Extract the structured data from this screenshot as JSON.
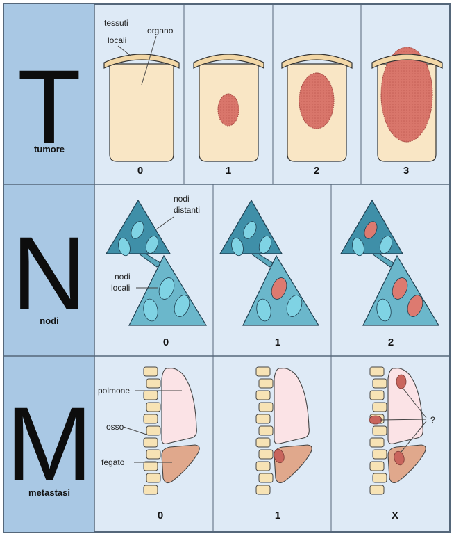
{
  "colors": {
    "label_column": "#a9c8e4",
    "panel": "#deeaf6",
    "grid_line": "#55677a",
    "organ": "#f9e6c5",
    "tumor": "#d9766b",
    "node_dark_triangle": "#3f8fa8",
    "node_light_triangle": "#6bb7cb",
    "node_oval": "#7fd3e4",
    "node_oval_affected": "#dd7a70",
    "lung": "#fbe3e6",
    "liver": "#e0a88c",
    "vertebra": "#f7e3b5",
    "metastasis": "#c9655d"
  },
  "rows": [
    {
      "letter": "T",
      "label": "tumore",
      "stages": [
        "0",
        "1",
        "2",
        "3"
      ],
      "annotations": {
        "local_tissue_1": "tessuti",
        "local_tissue_2": "locali",
        "organ": "organo"
      }
    },
    {
      "letter": "N",
      "label": "nodi",
      "stages": [
        "0",
        "1",
        "2"
      ],
      "annotations": {
        "distant_1": "nodi",
        "distant_2": "distanti",
        "local_1": "nodi",
        "local_2": "locali"
      }
    },
    {
      "letter": "M",
      "label": "metastasi",
      "stages": [
        "0",
        "1",
        "X"
      ],
      "annotations": {
        "lung": "polmone",
        "bone": "osso",
        "liver": "fegato",
        "unknown": "?"
      }
    }
  ]
}
